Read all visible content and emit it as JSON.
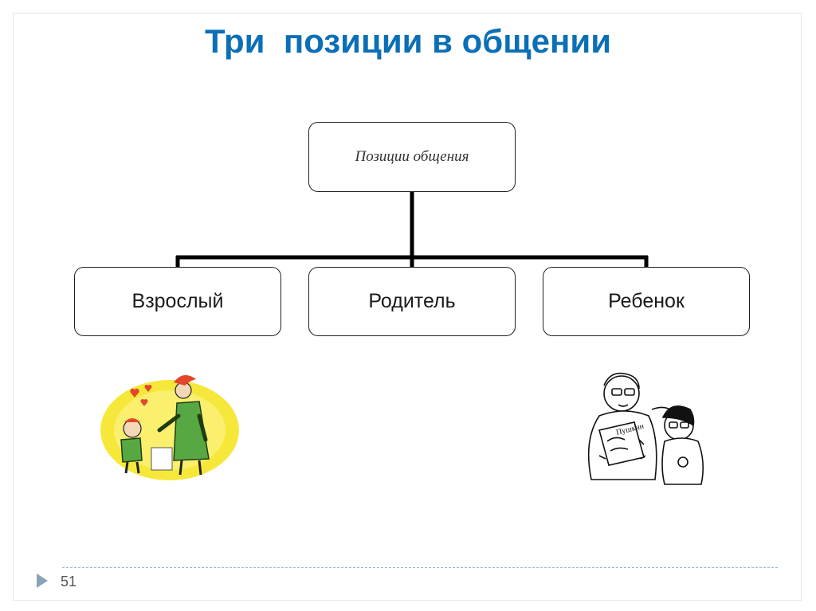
{
  "slide": {
    "title": "Три  позиции в общении",
    "page_number": "51"
  },
  "diagram": {
    "root": {
      "label": "Позиции общения"
    },
    "children": [
      {
        "label": "Взрослый"
      },
      {
        "label": "Родитель"
      },
      {
        "label": "Ребенок"
      }
    ]
  },
  "illustrations": [
    {
      "name": "parent-scolding-child-cartoon",
      "colors": [
        "#f6e83a",
        "#57a842",
        "#e2472b"
      ]
    },
    {
      "name": "adult-with-book-and-teen-cartoon",
      "book_text": "Пушкин"
    }
  ],
  "colors": {
    "title": "#0b6fb6",
    "connector": "#000000",
    "box_border": "#222222"
  }
}
